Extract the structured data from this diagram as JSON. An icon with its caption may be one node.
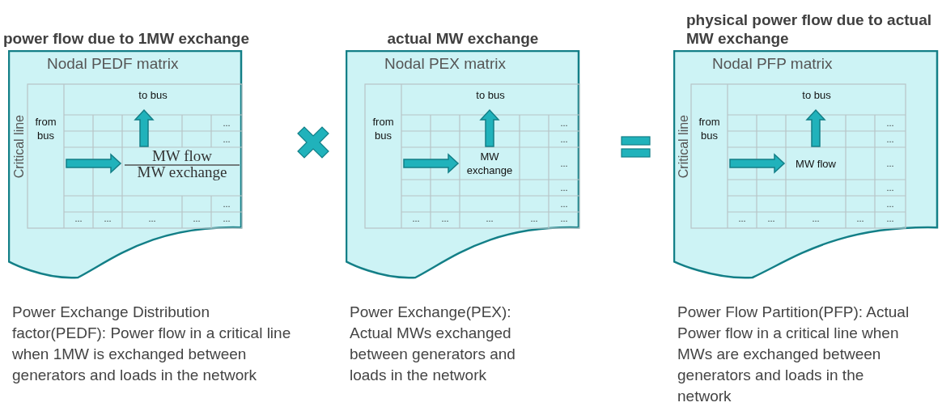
{
  "diagram": {
    "nodes": [
      {
        "text": [
          "power flow due to 1MW exchange",
          "Nodal PEDF matrix"
        ],
        "beside": [
          "Power Exchange Distribution factor(PEDF): Power flow in a critical line when 1MW is exchanged between generators and loads in the network"
        ]
      },
      {
        "text": [
          "actual MW exchange",
          "Nodal PEX matrix"
        ],
        "beside": [
          "Power Exchange(PEX): Actual MWs exchanged between generators and loads in the network"
        ]
      },
      {
        "text": [
          "physical power flow due to actual MW exchange",
          "Nodal PFP matrix"
        ],
        "beside": [
          "Power Flow Partition(PFP): Actual Power flow in a critical line when MWs are exchanged between generators and loads in the network"
        ]
      }
    ],
    "labels": [
      "Critical line",
      "to bus",
      "...",
      "...",
      "from bus",
      "MW flow",
      "MW exchange",
      "...",
      "...",
      "...",
      "...",
      "...",
      "...",
      "to bus",
      "...",
      "...",
      "from bus",
      "MW exchange",
      "...",
      "...",
      "...",
      "...",
      "...",
      "...",
      "...",
      "...",
      "Critical line",
      "to bus",
      "...",
      "...",
      "from bus",
      "MW flow",
      "...",
      "...",
      "...",
      "...",
      "...",
      "...",
      "...",
      "..."
    ]
  }
}
